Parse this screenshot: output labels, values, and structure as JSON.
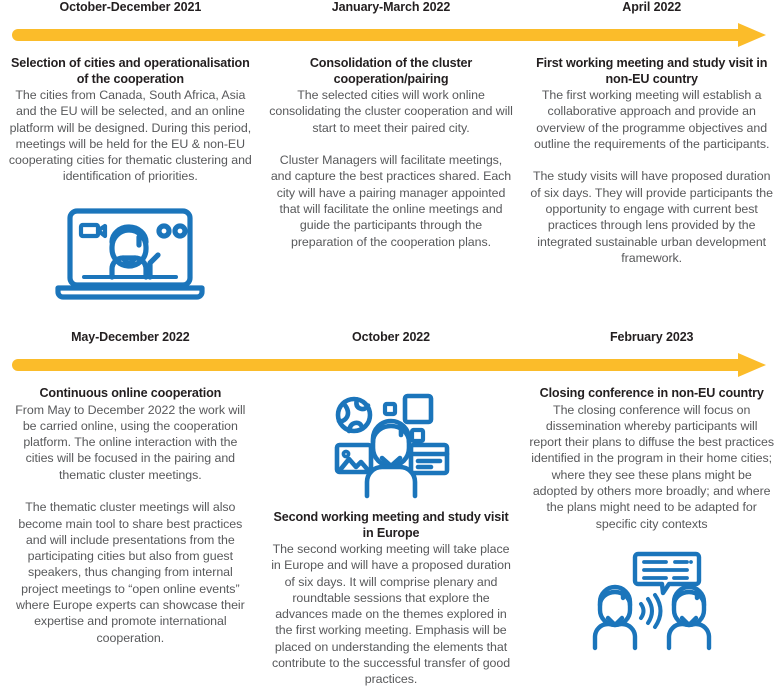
{
  "theme": {
    "arrow_color": "#fbbc2a",
    "icon_color": "#1b75bb",
    "title_color": "#231f20",
    "body_color": "#58595b",
    "background": "#ffffff"
  },
  "rows": [
    {
      "periods": [
        "October-December 2021",
        "January-March 2022",
        "April 2022"
      ],
      "columns": [
        {
          "title": "Selection of cities and operationalisation of the cooperation",
          "paragraphs": [
            "The cities from Canada, South Africa, Asia and the EU will be selected, and an online platform will be designed. During this period, meetings will be held for the EU & non-EU cooperating cities for thematic clustering and identification of priorities."
          ],
          "icon": "laptop-video-call-icon",
          "icon_position": "below"
        },
        {
          "title": "Consolidation of the cluster cooperation/pairing",
          "paragraphs": [
            "The selected cities will work online consolidating the cluster cooperation and will start to meet their paired city.",
            "Cluster Managers will facilitate meetings, and capture the best practices shared. Each city will have a pairing manager appointed that will facilitate the online meetings and guide the participants through the preparation of the cooperation plans."
          ],
          "icon": null,
          "icon_position": null
        },
        {
          "title": "First working meeting and study visit in non-EU country",
          "paragraphs": [
            "The first working meeting will establish a collaborative approach and provide an overview of the programme objectives and outline the requirements of the participants.",
            "The study visits will have proposed duration of six days. They will provide participants the opportunity to engage with current best practices through lens provided by the integrated sustainable urban development framework."
          ],
          "icon": null,
          "icon_position": null
        }
      ]
    },
    {
      "periods": [
        "May-December 2022",
        "October 2022",
        "February 2023"
      ],
      "columns": [
        {
          "title": "Continuous online cooperation",
          "paragraphs": [
            "From May to December 2022 the work will be carried online, using the cooperation platform. The online interaction with the cities will be focused in the pairing and thematic cluster meetings.",
            "The thematic cluster meetings will also become main tool to share best practices and will include presentations from the participating cities but also from guest speakers, thus changing from internal project meetings to “open online events” where Europe experts can showcase their expertise and promote international cooperation."
          ],
          "icon": null,
          "icon_position": null
        },
        {
          "title": "Second working meeting and study visit in Europe",
          "paragraphs": [
            "The second working meeting will take place in Europe and will have a proposed duration of six days. It will comprise plenary and roundtable sessions that explore the advances made on the themes explored in the first working meeting. Emphasis will be placed on understanding the elements that contribute to the successful transfer of good practices."
          ],
          "icon": "person-media-icon",
          "icon_position": "above"
        },
        {
          "title": "Closing conference in non-EU country",
          "paragraphs": [
            "The closing conference will focus on dissemination whereby participants will report their plans to diffuse the best practices identified in the program in their home cities; where they see these plans might be adopted by others more broadly; and where the plans might need to be adapted for specific city contexts"
          ],
          "icon": "two-people-conversation-icon",
          "icon_position": "below"
        }
      ]
    }
  ]
}
